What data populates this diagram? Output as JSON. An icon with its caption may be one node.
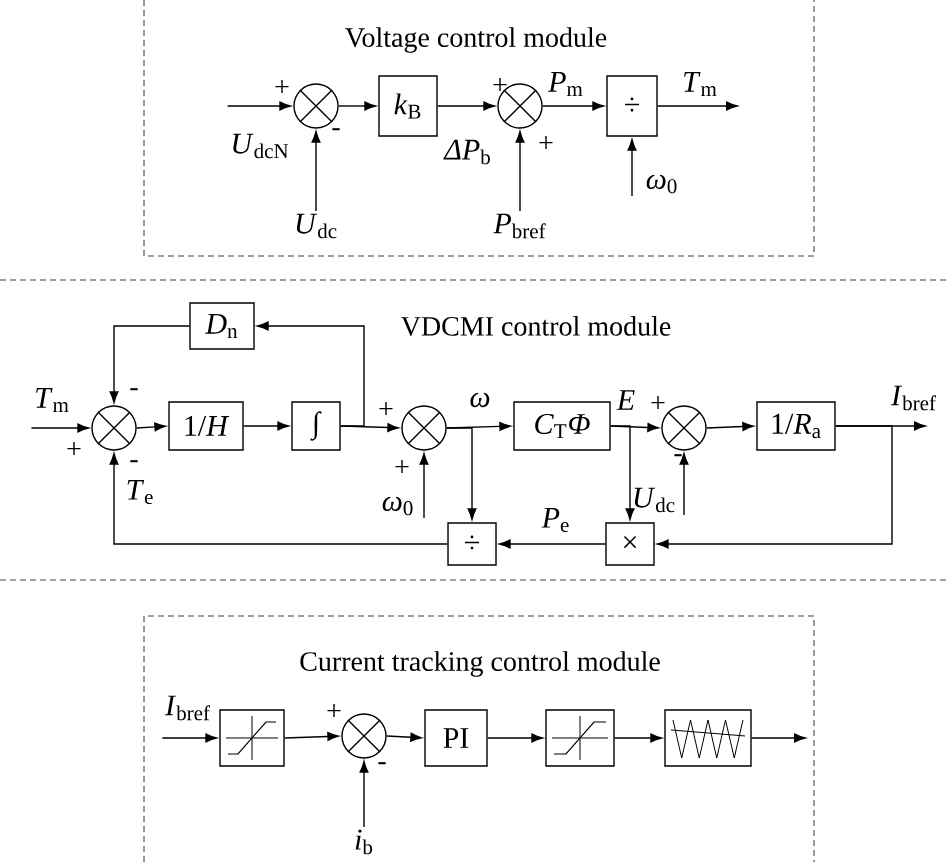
{
  "diagram": {
    "nodes": [
      {
        "text": [
          "Voltage control module"
        ]
      },
      {
        "text": [],
        "shape": "circle",
        "in": 0
      },
      {
        "text": [
          "*k*$_{B}$"
        ],
        "in": 0
      },
      {
        "text": [],
        "shape": "circle",
        "in": 0
      },
      {
        "text": [
          "÷"
        ],
        "in": 0
      },
      {
        "text": [
          "*U*$_{dcN}$"
        ],
        "in": 0
      },
      {
        "text": [
          "*U*$_{dc}$"
        ],
        "in": 0
      },
      {
        "text": [
          "*P*$_{bref}$"
        ],
        "in": 0
      },
      {
        "text": [
          "*ω*$_{0}$"
        ],
        "in": 0
      },
      {
        "text": [
          "VDCMI control module"
        ]
      },
      {
        "text": [
          "*T*$_{m}$"
        ],
        "in": 9
      },
      {
        "text": [],
        "shape": "circle",
        "in": 9
      },
      {
        "text": [
          "1/*H*"
        ],
        "in": 9
      },
      {
        "text": [
          "∫"
        ],
        "in": 9
      },
      {
        "text": [
          "*D*$_{n}$"
        ],
        "in": 9
      },
      {
        "text": [],
        "shape": "circle",
        "in": 9
      },
      {
        "text": [
          "*ω*$_{0}$"
        ],
        "in": 9
      },
      {
        "text": [
          "*C*$_{T}$*Φ*"
        ],
        "in": 9
      },
      {
        "text": [],
        "shape": "circle",
        "in": 9
      },
      {
        "text": [
          "*U*$_{dc}$"
        ],
        "in": 9
      },
      {
        "text": [
          "1/*R*$_{a}$"
        ],
        "in": 9
      },
      {
        "text": [
          "×"
        ],
        "in": 9
      },
      {
        "text": [
          "÷"
        ],
        "in": 9
      },
      {
        "text": [
          "Current tracking control module"
        ]
      },
      {
        "text": [
          "*I*$_{bref}$"
        ],
        "in": 23
      },
      {
        "text": [],
        "shape": "box",
        "in": 23
      },
      {
        "text": [],
        "shape": "circle",
        "in": 23
      },
      {
        "text": [
          "*i*$_{b}$"
        ],
        "in": 23
      },
      {
        "text": [
          "PI"
        ],
        "in": 23
      },
      {
        "text": [],
        "shape": "box",
        "in": 23
      },
      {
        "text": [],
        "shape": "box",
        "in": 23
      }
    ],
    "edges": [
      {
        "from": 5,
        "to": 1,
        "arrow": "to"
      },
      {
        "from": 6,
        "to": 1,
        "arrow": "to"
      },
      {
        "from": 1,
        "to": 2,
        "arrow": "to"
      },
      {
        "from": 2,
        "to": 3,
        "arrow": "to",
        "label": "*ΔP*$_{b}$"
      },
      {
        "from": 7,
        "to": 3,
        "arrow": "to"
      },
      {
        "from": 3,
        "to": 4,
        "arrow": "to",
        "label": "*P*$_{m}$"
      },
      {
        "from": 8,
        "to": 4,
        "arrow": "to"
      },
      {
        "from": 4,
        "to": null,
        "arrow": "to",
        "label": "*T*$_{m}$"
      },
      {
        "from": 10,
        "to": 11,
        "arrow": "to"
      },
      {
        "from": 11,
        "to": 12,
        "arrow": "to"
      },
      {
        "from": 12,
        "to": 13,
        "arrow": "to"
      },
      {
        "from": 13,
        "to": 15,
        "arrow": "to"
      },
      {
        "from": 13,
        "to": 14,
        "arrow": "to"
      },
      {
        "from": 14,
        "to": 11,
        "arrow": "to"
      },
      {
        "from": 16,
        "to": 15,
        "arrow": "to"
      },
      {
        "from": 15,
        "to": 17,
        "arrow": "to",
        "label": "*ω*"
      },
      {
        "from": 15,
        "to": 22,
        "arrow": "to"
      },
      {
        "from": 17,
        "to": 18,
        "arrow": "to",
        "label": "*E*"
      },
      {
        "from": 17,
        "to": 21,
        "arrow": "to"
      },
      {
        "from": 19,
        "to": 18,
        "arrow": "to"
      },
      {
        "from": 18,
        "to": 20,
        "arrow": "to"
      },
      {
        "from": 20,
        "to": null,
        "arrow": "to",
        "label": "*I*$_{bref}$"
      },
      {
        "from": 20,
        "to": 21,
        "arrow": "to"
      },
      {
        "from": 21,
        "to": 22,
        "arrow": "to",
        "label": "*P*$_{e}$"
      },
      {
        "from": 22,
        "to": 11,
        "arrow": "to",
        "label": "*T*$_{e}$"
      },
      {
        "from": 24,
        "to": 25,
        "arrow": "to"
      },
      {
        "from": 25,
        "to": 26,
        "arrow": "to"
      },
      {
        "from": 27,
        "to": 26,
        "arrow": "to"
      },
      {
        "from": 26,
        "to": 28,
        "arrow": "to"
      },
      {
        "from": 28,
        "to": 29,
        "arrow": "to"
      },
      {
        "from": 29,
        "to": 30,
        "arrow": "to"
      },
      {
        "from": 30,
        "to": null,
        "arrow": "to"
      }
    ],
    "labels": [
      "+",
      "-",
      "+",
      "+",
      "-",
      "+",
      "-",
      "+",
      "+",
      "+",
      "-",
      "+",
      "-"
    ]
  }
}
